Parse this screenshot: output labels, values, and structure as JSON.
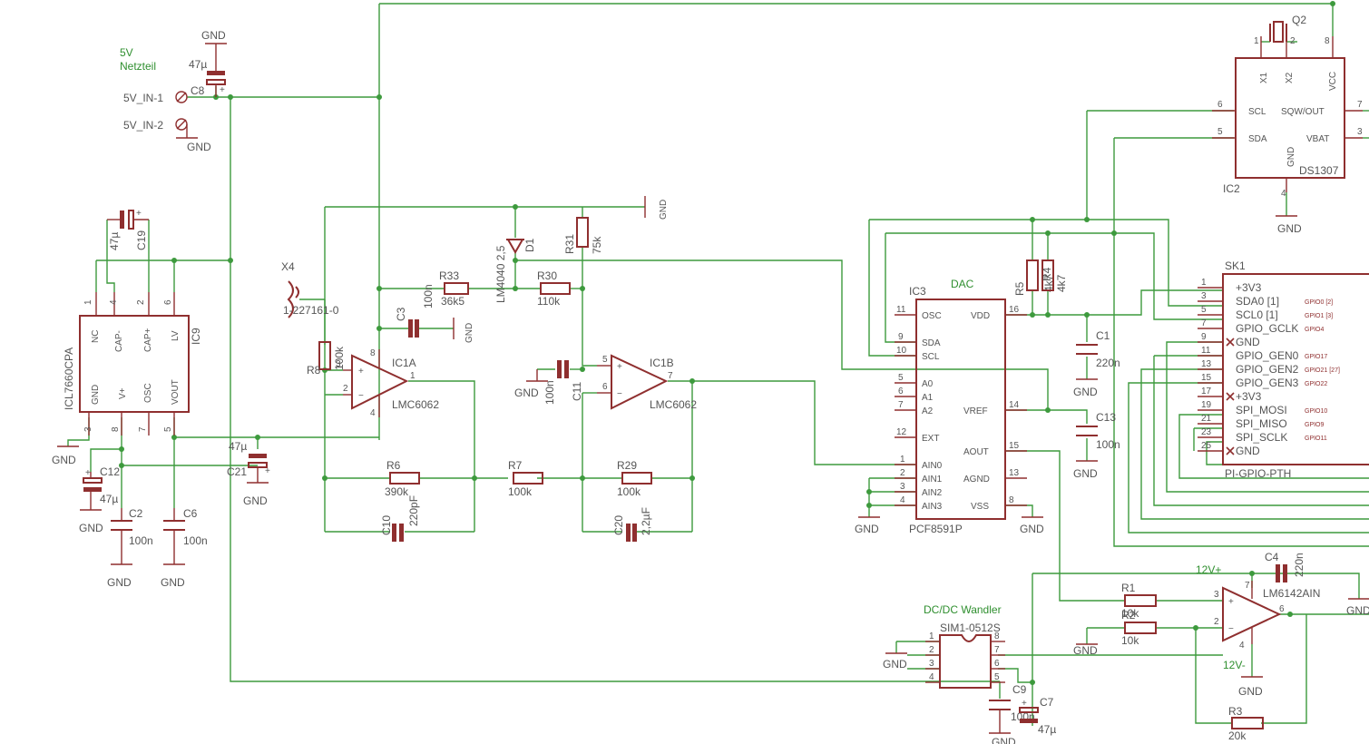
{
  "netlabels": {
    "supply_5v": "5V",
    "netzteil": "Netzteil",
    "in1": "5V_IN-1",
    "in2": "5V_IN-2",
    "dac": "DAC",
    "dcdc": "DC/DC Wandler",
    "v12p": "12V+",
    "v12m": "12V-",
    "gnd": "GND"
  },
  "parts": {
    "c8": {
      "name": "C8",
      "value": "47µ"
    },
    "c19": {
      "name": "C19",
      "value": "47µ"
    },
    "ic9": {
      "name": "IC9",
      "value": "ICL7660CPA",
      "pins": [
        "NC",
        "CAP-",
        "CAP+",
        "LV",
        "GND",
        "V+",
        "OSC",
        "VOUT"
      ],
      "nums": [
        "1",
        "4",
        "2",
        "6",
        "3",
        "8",
        "7",
        "5"
      ]
    },
    "c12": {
      "name": "C12",
      "value": "47µ"
    },
    "c21": {
      "name": "C21",
      "value": "47µ"
    },
    "c2": {
      "name": "C2",
      "value": "100n"
    },
    "c6": {
      "name": "C6",
      "value": "100n"
    },
    "x4": {
      "name": "X4",
      "value": "1-227161-0"
    },
    "r8": {
      "name": "R8",
      "value": "100k"
    },
    "c3": {
      "name": "C3",
      "value": "100n"
    },
    "r33": {
      "name": "R33",
      "value": "36k5"
    },
    "d1": {
      "name": "D1",
      "value": "LM4040 2,5"
    },
    "r31": {
      "name": "R31",
      "value": "75k"
    },
    "r30": {
      "name": "R30",
      "value": "110k"
    },
    "ic1a": {
      "name": "IC1A",
      "value": "LMC6062"
    },
    "ic1b": {
      "name": "IC1B",
      "value": "LMC6062"
    },
    "c11": {
      "name": "C11",
      "value": "100n"
    },
    "r6": {
      "name": "R6",
      "value": "390k"
    },
    "c10": {
      "name": "C10",
      "value": "220pF"
    },
    "r7": {
      "name": "R7",
      "value": "100k"
    },
    "r29": {
      "name": "R29",
      "value": "100k"
    },
    "c20": {
      "name": "C20",
      "value": "2,2µF"
    },
    "ic3": {
      "name": "IC3",
      "value": "PCF8591P",
      "pins": [
        "OSC",
        "SDA",
        "SCL",
        "A0",
        "A1",
        "A2",
        "EXT",
        "AIN0",
        "AIN1",
        "AIN2",
        "AIN3",
        "VDD",
        "VREF",
        "AOUT",
        "AGND",
        "VSS"
      ],
      "nums": [
        "11",
        "9",
        "10",
        "5",
        "6",
        "7",
        "12",
        "1",
        "2",
        "3",
        "4",
        "16",
        "14",
        "15",
        "13",
        "8"
      ]
    },
    "r5": {
      "name": "R5",
      "value": "4k7"
    },
    "r4": {
      "name": "R4",
      "value": "4k7"
    },
    "c1": {
      "name": "C1",
      "value": "220n"
    },
    "c13": {
      "name": "C13",
      "value": "100n"
    },
    "ic2": {
      "name": "IC2",
      "value": "DS1307",
      "pins": [
        "X1",
        "X2",
        "VCC",
        "SCL",
        "SQW/OUT",
        "SDA",
        "VBAT",
        "GND"
      ],
      "nums": [
        "1",
        "2",
        "8",
        "6",
        "7",
        "5",
        "3",
        "4"
      ]
    },
    "q2": {
      "name": "Q2"
    },
    "sk1": {
      "name": "SK1",
      "value": "PI-GPIO-PTH",
      "pins": [
        "+3V3",
        "SDA0 [1]",
        "SCL0 [1]",
        "GPIO_GCLK",
        "GND",
        "GPIO_GEN0",
        "GPIO_GEN2",
        "GPIO_GEN3",
        "+3V3",
        "SPI_MOSI",
        "SPI_MISO",
        "SPI_SCLK",
        "GND"
      ],
      "nums": [
        "1",
        "3",
        "5",
        "7",
        "9",
        "11",
        "13",
        "15",
        "17",
        "19",
        "21",
        "23",
        "25"
      ],
      "gpio": [
        "",
        "GPIO0 [2]",
        "GPIO1 [3]",
        "GPIO4",
        "",
        "GPIO17",
        "GPIO21 [27]",
        "GPIO22",
        "",
        "GPIO10",
        "GPIO9",
        "GPIO11",
        ""
      ]
    },
    "ic_dcdc": {
      "name": "",
      "value": "SIM1-0512S",
      "nums": [
        "1",
        "2",
        "3",
        "4",
        "8",
        "7",
        "6",
        "5"
      ]
    },
    "c9": {
      "name": "C9",
      "value": "100n"
    },
    "c7": {
      "name": "C7",
      "value": "47µ"
    },
    "r1": {
      "name": "R1",
      "value": "10k"
    },
    "r2": {
      "name": "R2",
      "value": "10k"
    },
    "c4": {
      "name": "C4",
      "value": "220n"
    },
    "op2": {
      "name": "",
      "value": "LM6142AIN"
    },
    "r3": {
      "name": "R3",
      "value": "20k"
    }
  }
}
